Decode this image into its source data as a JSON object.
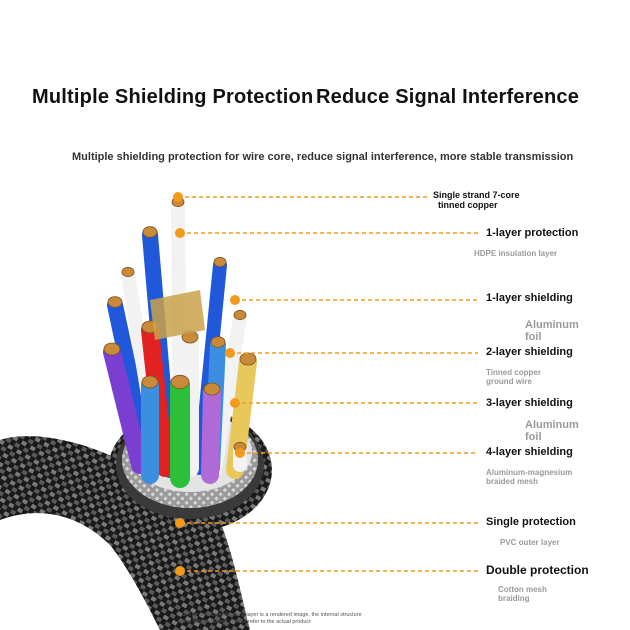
{
  "title": {
    "part_a": "Multiple Shielding Protection",
    "part_b": "Reduce Signal Interference"
  },
  "subtitle": "Multiple shielding protection for wire core, reduce signal interference, more stable transmission",
  "labels": [
    {
      "main": "Single strand 7-core",
      "sub": "tinned copper"
    },
    {
      "main": "1-layer protection",
      "sub": "HDPE insulation layer"
    },
    {
      "main": "1-layer shielding",
      "sub": "Aluminum foil"
    },
    {
      "main": "2-layer shielding",
      "sub": "Tinned copper ground wire"
    },
    {
      "main": "3-layer shielding",
      "sub": "Aluminum foil"
    },
    {
      "main": "4-layer shielding",
      "sub": "Aluminum-magnesium braided mesh"
    },
    {
      "main": "Single protection",
      "sub": "PVC outer layer"
    },
    {
      "main": "Double protection",
      "sub": "Cotton mesh braiding"
    }
  ],
  "footnote": {
    "line1": "PS: The wire core/shielding layer is a rendered image, the internal structure",
    "line2": "is not fully displayed, please refer to the actual product"
  },
  "colors": {
    "leader": "#f39a1d",
    "copper": "#c98a3a",
    "braid": "#2b2b2b",
    "wires": [
      "#7a3fd0",
      "#e02222",
      "#f2f2f2",
      "#1f58d8",
      "#2bbf3a",
      "#b06ad8",
      "#e8c85a",
      "#3c8fe0"
    ]
  }
}
